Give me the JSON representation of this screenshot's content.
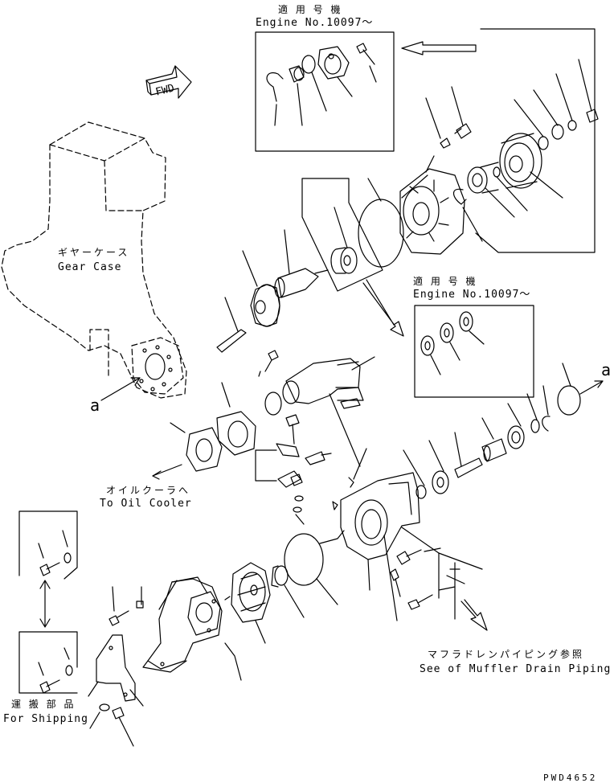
{
  "labels": {
    "applicable_top_jp": "適 用 号 機",
    "applicable_top_en": "Engine No.10097～",
    "applicable_mid_jp": "適 用 号 機",
    "applicable_mid_en": "Engine No.10097～",
    "gear_case_jp": "ギヤーケース",
    "gear_case_en": "Gear Case",
    "oil_cooler_jp": "オイルクーラへ",
    "oil_cooler_en": "To Oil Cooler",
    "muffler_jp": "マフラドレンパイピング参照",
    "muffler_en": "See of Muffler Drain Piping",
    "shipping_jp": "運 搬 部 品",
    "shipping_en": "For Shipping",
    "fwd": "FWD",
    "ref_a_left": "a",
    "ref_a_right": "a",
    "drawing_no": "PWD4652"
  },
  "colors": {
    "ink": "#000000",
    "paper": "#ffffff"
  }
}
